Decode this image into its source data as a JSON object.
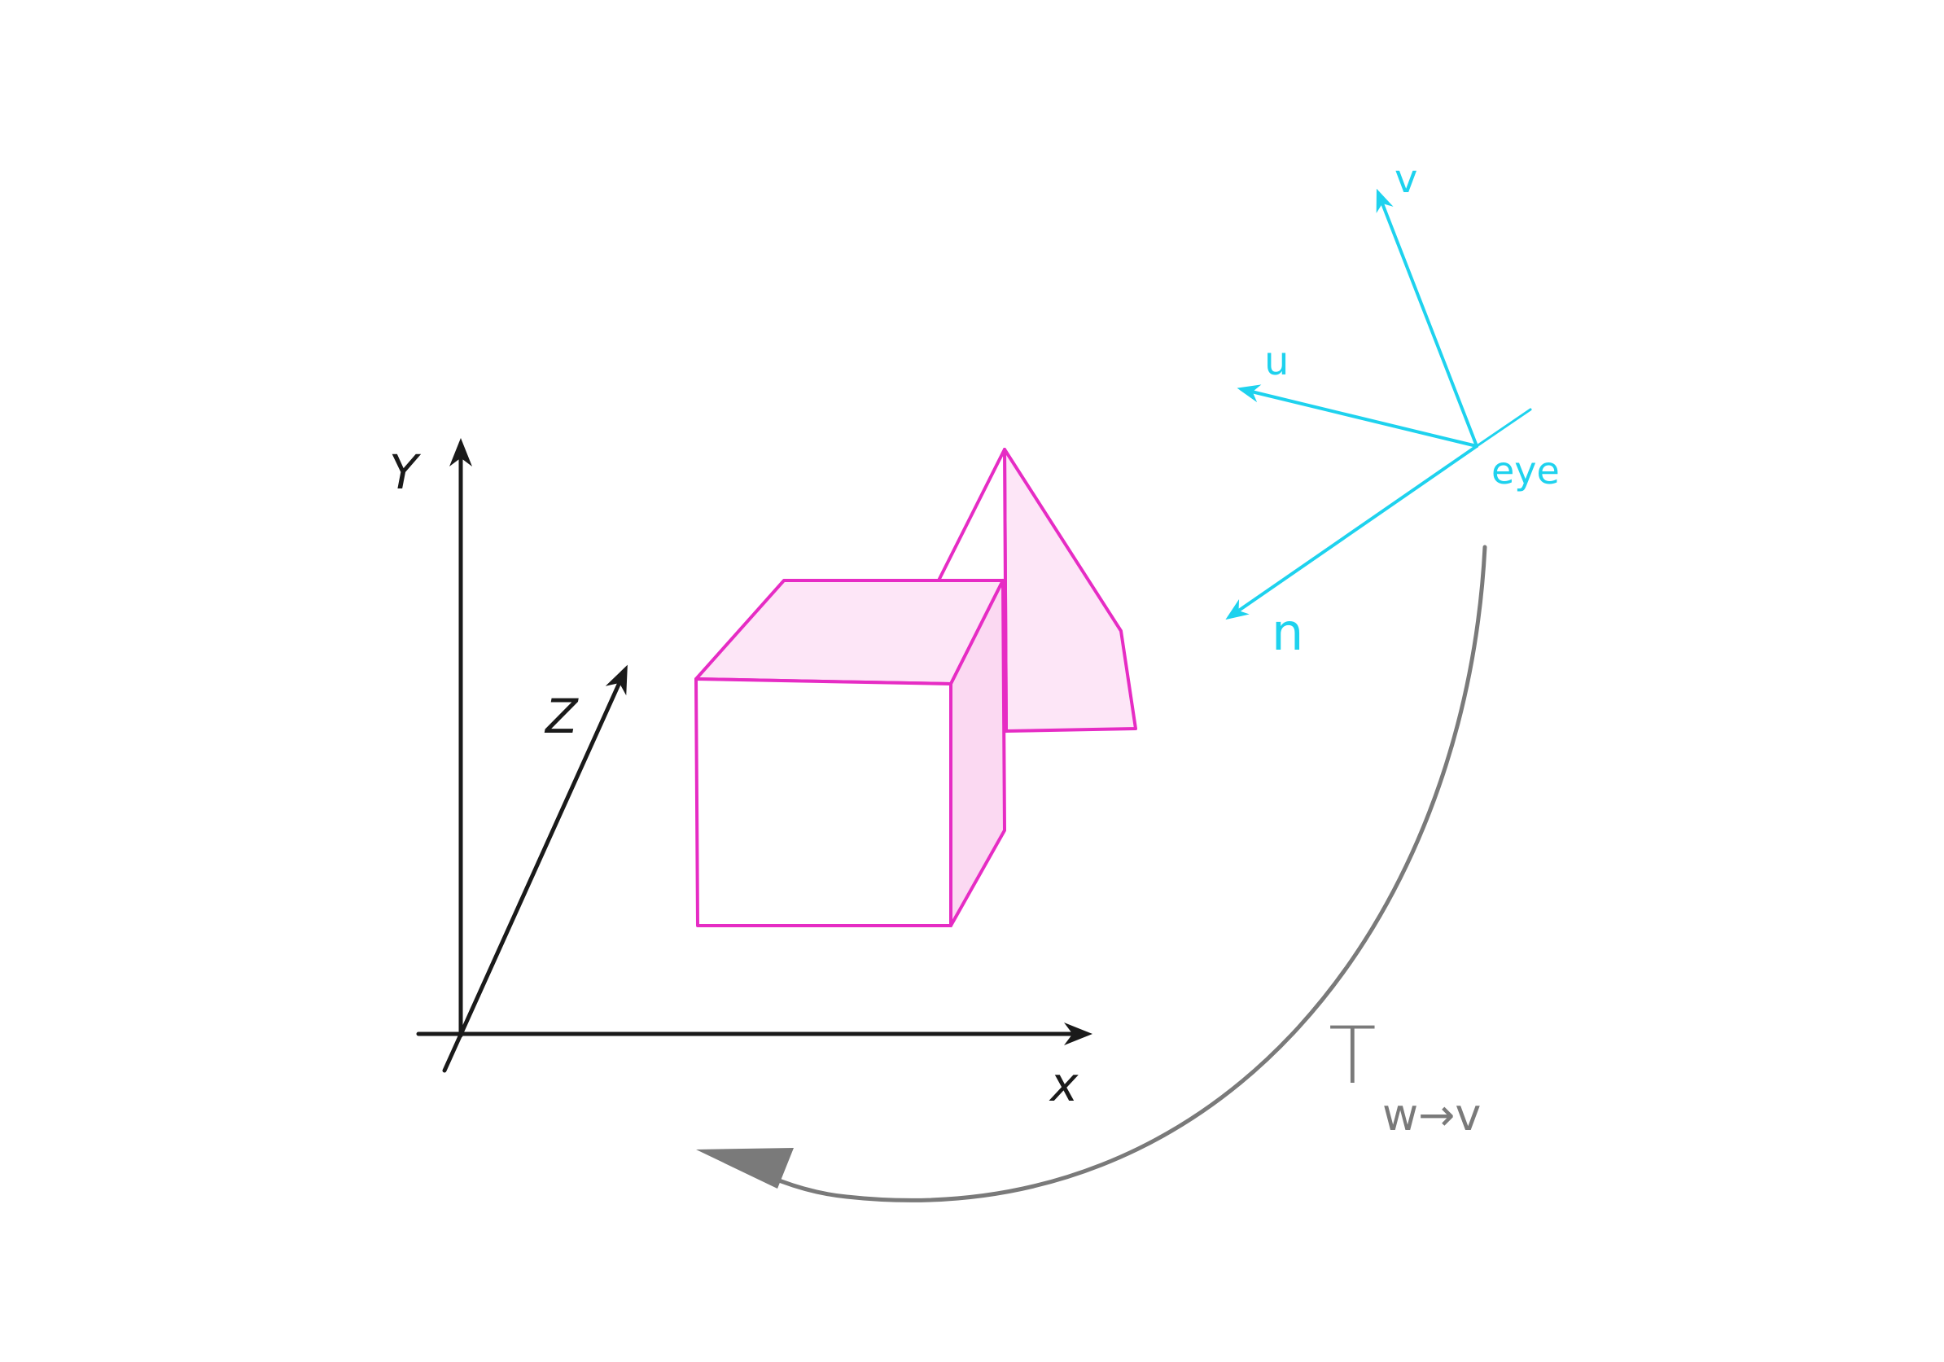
{
  "world_axes": {
    "x_label": "x",
    "y_label": "Y",
    "z_label": "Z",
    "color": "#1a1a1a"
  },
  "objects": {
    "cube": {
      "color": "#e62cc4",
      "fill": "#fde6f7"
    },
    "pyramid": {
      "color": "#e62cc4",
      "fill": "#fde6f7"
    }
  },
  "camera": {
    "origin_label": "eye",
    "u_label": "u",
    "v_label": "v",
    "n_label": "n",
    "color": "#1ed2ee"
  },
  "transform": {
    "symbol": "T",
    "subscript": "w→v",
    "color": "#7a7a7a"
  }
}
